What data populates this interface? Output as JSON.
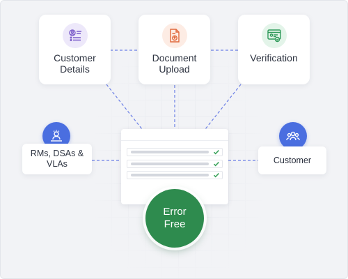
{
  "colors": {
    "background": "#f2f3f6",
    "card": "#ffffff",
    "connector": "#6b7fe6",
    "blue_icon": "#4a6ee0",
    "error_free": "#2e8b4e",
    "check": "#3aa35b"
  },
  "top_cards": [
    {
      "label_line1": "Customer",
      "label_line2": "Details",
      "icon": "customer-details-icon",
      "icon_color": "#7b5cc9",
      "icon_bg": "#ede8fa"
    },
    {
      "label_line1": "Document",
      "label_line2": "Upload",
      "icon": "document-upload-icon",
      "icon_color": "#e0683c",
      "icon_bg": "#fdece4"
    },
    {
      "label_line1": "Verification",
      "icon": "verification-icon",
      "icon_color": "#2f9a5a",
      "icon_bg": "#e3f4e9"
    }
  ],
  "left_card": {
    "label_line1": "RMs, DSAs &",
    "label_line2": "VLAs",
    "icon": "agent-desk-icon"
  },
  "right_card": {
    "label": "Customer",
    "icon": "customer-group-icon"
  },
  "form": {
    "rows": 3,
    "icon": "check-icon"
  },
  "badge": {
    "line1": "Error",
    "line2": "Free"
  }
}
